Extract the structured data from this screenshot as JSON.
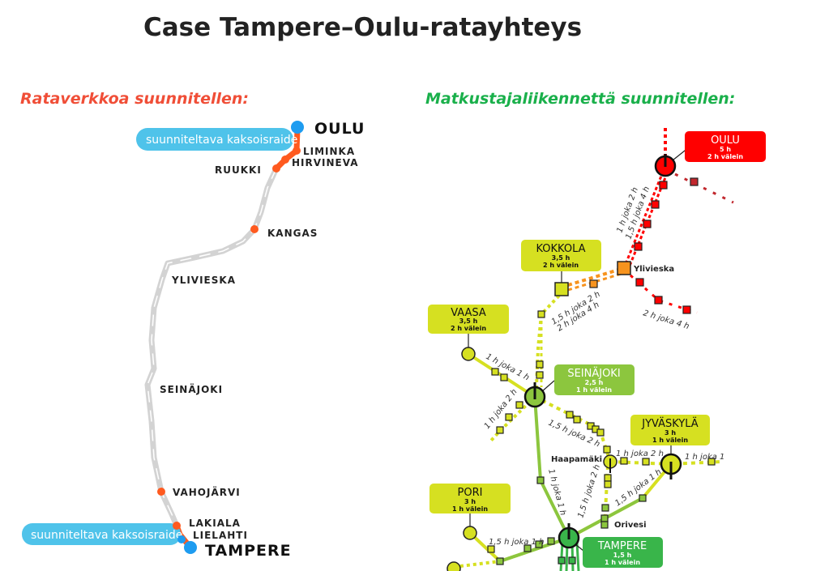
{
  "title": "Case Tampere–Oulu-ratayhteys",
  "left": {
    "heading": "Rataverkkoa suunnitellen:",
    "heading_color": "#f04e37",
    "pill_label": "suunniteltava kaksoisraide",
    "pill_color": "#4fc3ea",
    "endpoints": [
      "OULU",
      "TAMPERE"
    ],
    "stations": [
      "LIMINKA",
      "HIRVINEVA",
      "RUUKKI",
      "KANGAS",
      "YLIVIESKA",
      "SEINÄJOKI",
      "VAHOJÄRVI",
      "LAKIALA",
      "LIELAHTI"
    ]
  },
  "right": {
    "heading": "Matkustajaliikennettä suunnitellen:",
    "heading_color": "#1ab04b",
    "cities": {
      "oulu": {
        "name": "OULU",
        "time": "5 h",
        "freq": "2 h välein",
        "color": "#ff0000"
      },
      "kokkola": {
        "name": "KOKKOLA",
        "time": "3,5 h",
        "freq": "2 h välein",
        "color": "#d6e021"
      },
      "vaasa": {
        "name": "VAASA",
        "time": "3,5 h",
        "freq": "2 h välein",
        "color": "#d6e021"
      },
      "seinajoki": {
        "name": "SEINÄJOKI",
        "time": "2,5 h",
        "freq": "1 h välein",
        "color": "#8cc63e"
      },
      "jyvaskyla": {
        "name": "JYVÄSKYLÄ",
        "time": "3 h",
        "freq": "1 h välein",
        "color": "#d6e021"
      },
      "pori": {
        "name": "PORI",
        "time": "3 h",
        "freq": "1 h välein",
        "color": "#d6e021"
      },
      "tampere": {
        "name": "TAMPERE",
        "time": "1,5 h",
        "freq": "1 h välein",
        "color": "#39b54a"
      }
    },
    "minor_stations": [
      "Ylivieska",
      "Haapamäki",
      "Orivesi"
    ],
    "link_labels": {
      "oulu_ylivieska_1": "1 h joka 2 h",
      "oulu_ylivieska_2": "1,5 h joka 4 h",
      "ylivieska_east": "2 h joka 4 h",
      "kokkola_1": "1,5 h joka 2 h",
      "kokkola_2": "2 h joka 4 h",
      "vaasa": "1 h joka 1 h",
      "seinajoki_sw": "1 h joka 2 h",
      "seinajoki_haapamaki": "1,5 h joka 2 h",
      "haapamaki_jyvaskyla": "1 h joka 2 h",
      "jyvaskyla_east": "1 h joka 1",
      "haapamaki_orivesi": "1,5 h joka 2 h",
      "jyvaskyla_tampere": "1,5 h joka 1 h",
      "seinajoki_tampere": "1 h joka 1 h",
      "pori_tampere": "1,5 h joka 1 h"
    }
  }
}
